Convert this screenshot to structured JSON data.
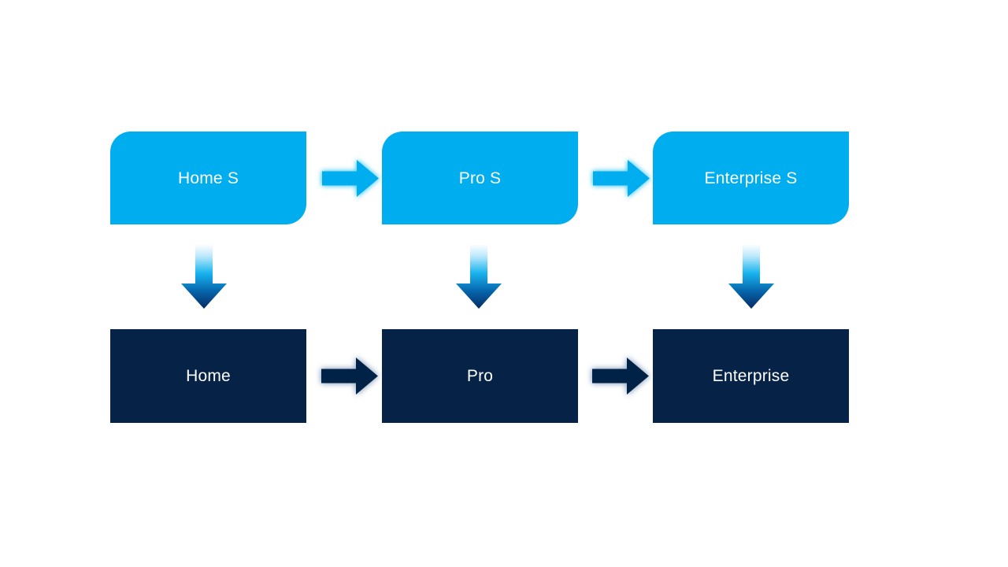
{
  "diagram": {
    "type": "flow",
    "background_color": "#ffffff",
    "colors": {
      "service_tier": "#00aeef",
      "product_tier": "#062347",
      "label_text": "#ffffff",
      "vertical_arrow_gradient_top": "#ffffff",
      "vertical_arrow_gradient_mid": "#00aeef",
      "vertical_arrow_gradient_bottom": "#062347"
    },
    "rows": [
      {
        "row_name": "service-tiers",
        "style": "rounded-blue",
        "nodes": [
          {
            "id": "home-s",
            "label": "Home S"
          },
          {
            "id": "pro-s",
            "label": "Pro S"
          },
          {
            "id": "enterprise-s",
            "label": "Enterprise S"
          }
        ],
        "connectors": [
          {
            "id": "home-s-to-pro-s",
            "direction": "right",
            "style": "light"
          },
          {
            "id": "pro-s-to-enterprise-s",
            "direction": "right",
            "style": "light"
          }
        ]
      },
      {
        "row_name": "product-tiers",
        "style": "square-navy",
        "nodes": [
          {
            "id": "home",
            "label": "Home"
          },
          {
            "id": "pro",
            "label": "Pro"
          },
          {
            "id": "enterprise",
            "label": "Enterprise"
          }
        ],
        "connectors": [
          {
            "id": "home-to-pro",
            "direction": "right",
            "style": "dark"
          },
          {
            "id": "pro-to-enterprise",
            "direction": "right",
            "style": "dark"
          }
        ]
      }
    ],
    "vertical_connectors": [
      {
        "id": "home-s-to-home",
        "direction": "down",
        "style": "gradient"
      },
      {
        "id": "pro-s-to-pro",
        "direction": "down",
        "style": "gradient"
      },
      {
        "id": "enterprise-s-to-enterprise",
        "direction": "down",
        "style": "gradient"
      }
    ]
  }
}
